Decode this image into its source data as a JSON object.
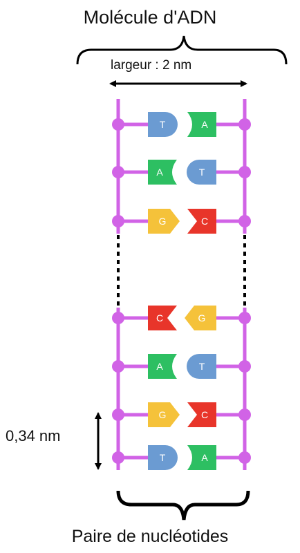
{
  "title": "Molécule d'ADN",
  "width_label": "largeur :  2 nm",
  "spacing_label": "0,34 nm",
  "bottom_label": "Paire de nucléotides",
  "colors": {
    "backbone": "#d163e6",
    "T": "#6b9bd2",
    "A": "#2dbf62",
    "G": "#f5c23a",
    "C": "#e8352a"
  },
  "base_pairs_top": [
    {
      "left": "T",
      "right": "A"
    },
    {
      "left": "A",
      "right": "T"
    },
    {
      "left": "G",
      "right": "C"
    }
  ],
  "base_pairs_bottom": [
    {
      "left": "C",
      "right": "G"
    },
    {
      "left": "A",
      "right": "T"
    },
    {
      "left": "G",
      "right": "C"
    },
    {
      "left": "T",
      "right": "A"
    }
  ]
}
